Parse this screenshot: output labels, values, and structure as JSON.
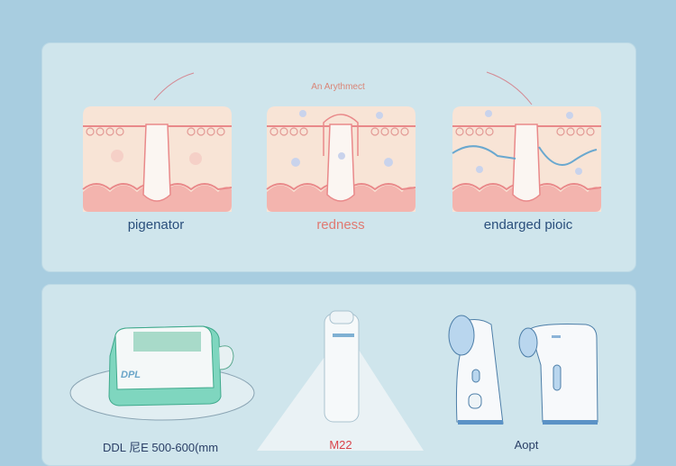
{
  "top_panel": {
    "title": "An Arythmect",
    "conditions": [
      {
        "label": "pigenator",
        "color": "#2a4f7c"
      },
      {
        "label": "redness",
        "color": "#e07a72"
      },
      {
        "label": "endarged pioic",
        "color": "#2a4f7c"
      }
    ]
  },
  "bottom_panel": {
    "devices": [
      {
        "label": "DDL 尼E 500-600(mm",
        "badge": "DPL",
        "color": "#2a3f66"
      },
      {
        "label": "M22",
        "color": "#d9434a"
      },
      {
        "label": "Aopt",
        "color": "#2a3f66"
      }
    ]
  }
}
